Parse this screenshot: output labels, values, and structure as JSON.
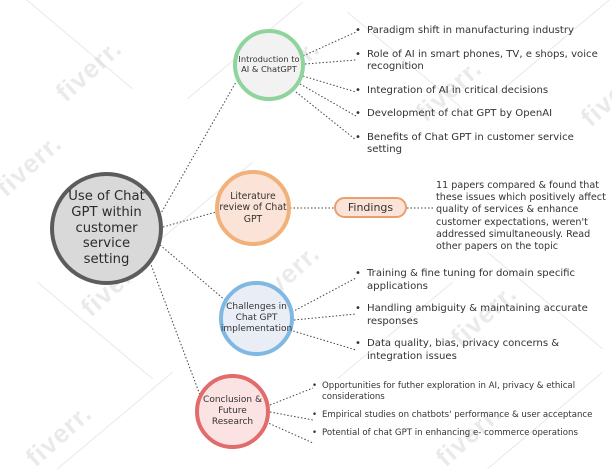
{
  "watermark": "fiverr.",
  "root": {
    "label": "Use of Chat GPT within customer service setting"
  },
  "branches": [
    {
      "id": "intro",
      "label": "Introduction to AI & ChatGPT",
      "border_color": "#8fd49c",
      "fill_color": "#f2f2f2"
    },
    {
      "id": "literature",
      "label": "Literature review of Chat GPT",
      "border_color": "#f0b27a",
      "fill_color": "#fbe3d7"
    },
    {
      "id": "challenges",
      "label": "Challenges in Chat GPT implementation",
      "border_color": "#7fb8e0",
      "fill_color": "#e9eef6"
    },
    {
      "id": "conclusion",
      "label": "Conclusion & Future Research",
      "border_color": "#e26b6b",
      "fill_color": "#fbe3e3"
    }
  ],
  "intro_points": [
    "Paradigm shift in manufacturing industry",
    "Role of AI in smart phones, TV, e shops, voice recognition",
    "Integration of AI in critical decisions",
    "Development of chat GPT by OpenAI",
    "Benefits of Chat GPT in customer service setting"
  ],
  "findings": {
    "label": "Findings",
    "text": "11 papers compared & found that these issues which positively affect quality of services  & enhance customer expectations, weren't addressed simultaneously. Read other papers on the topic"
  },
  "challenge_points": [
    "Training & fine tuning for domain specific applications",
    "Handling ambiguity & maintaining accurate responses",
    "Data quality, bias, privacy concerns & integration issues"
  ],
  "conclusion_points": [
    "Opportunities for futher exploration in AI, privacy & ethical considerations",
    "Empirical studies on chatbots' performance & user acceptance",
    "Potential of chat GPT in enhancing e- commerce operations"
  ]
}
